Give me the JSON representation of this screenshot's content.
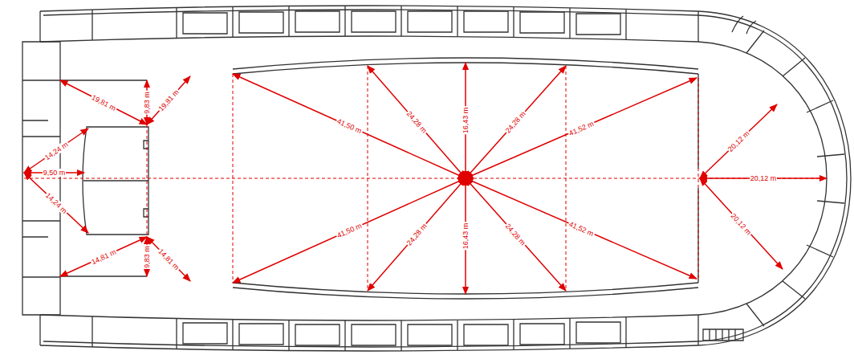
{
  "diagram": {
    "labels": [
      "19,81 m",
      "9,83 m",
      "19,81 m",
      "14,24 m",
      "9,50 m",
      "14,24 m",
      "14,81 m",
      "9,83 m",
      "14,81 m",
      "41,50 m",
      "24,28 m",
      "16,43 m",
      "24,28 m",
      "41,52 m",
      "41,50 m",
      "24,28 m",
      "16,43 m",
      "24,28 m",
      "41,52 m",
      "20,12 m",
      "20,12 m",
      "20,12 m"
    ]
  }
}
